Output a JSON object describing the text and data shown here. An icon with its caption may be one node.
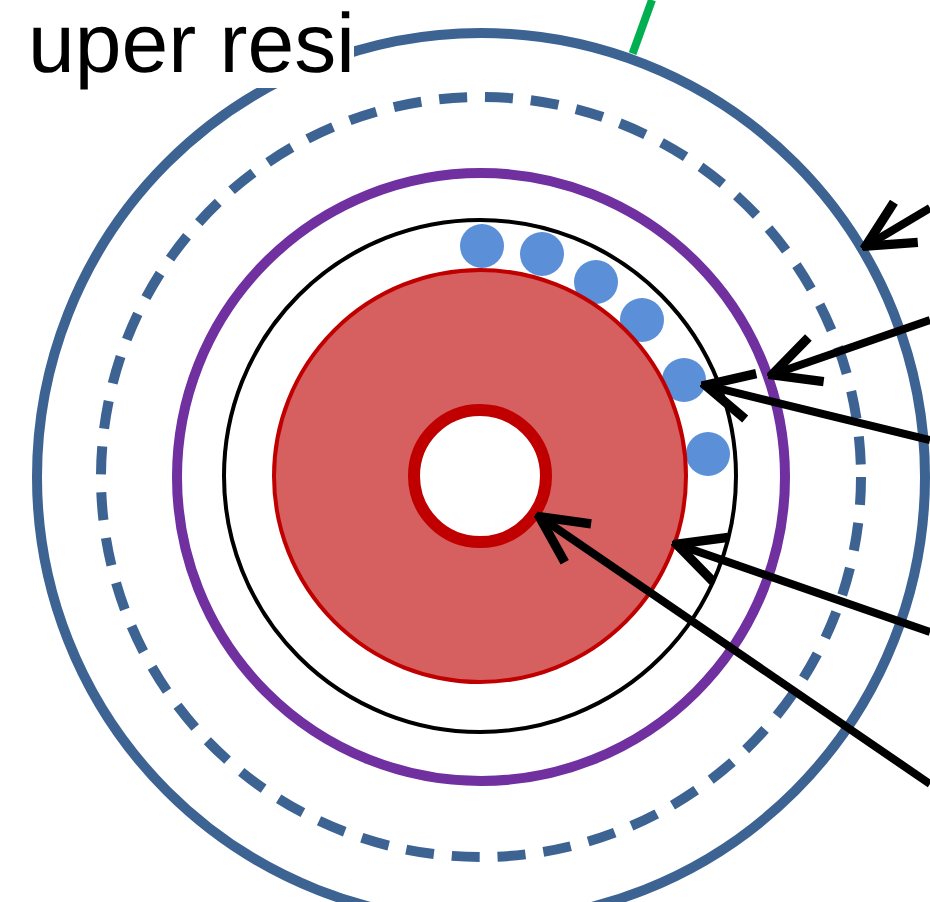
{
  "diagram": {
    "nodes": [
      {
        "text": [],
        "shape": "circle"
      },
      {
        "text": [],
        "shape": "circle",
        "in": 0
      },
      {
        "text": [],
        "shape": "circle",
        "in": 1
      },
      {
        "text": [],
        "shape": "circle",
        "in": 2
      },
      {
        "text": [],
        "shape": "circle",
        "in": 3
      },
      {
        "text": [],
        "shape": "circle",
        "in": 3
      },
      {
        "text": [],
        "shape": "circle",
        "in": 3
      },
      {
        "text": [],
        "shape": "circle",
        "in": 3
      },
      {
        "text": [],
        "shape": "circle",
        "in": 3
      },
      {
        "text": [],
        "shape": "circle",
        "in": 3
      },
      {
        "text": [],
        "shape": "circle",
        "in": 3
      },
      {
        "text": [],
        "shape": "circle",
        "in": 10
      }
    ],
    "edges": [
      {
        "from": null,
        "to": 0,
        "arrow": "to"
      },
      {
        "from": null,
        "to": 2,
        "arrow": "to"
      },
      {
        "from": null,
        "to": 8,
        "arrow": "to"
      },
      {
        "from": null,
        "to": 10,
        "arrow": "to"
      },
      {
        "from": null,
        "to": 11,
        "arrow": "to"
      },
      {
        "from": null,
        "to": 0,
        "arrow": "none",
        "color": "#00b050"
      }
    ],
    "labels": [
      "uper resi"
    ]
  }
}
